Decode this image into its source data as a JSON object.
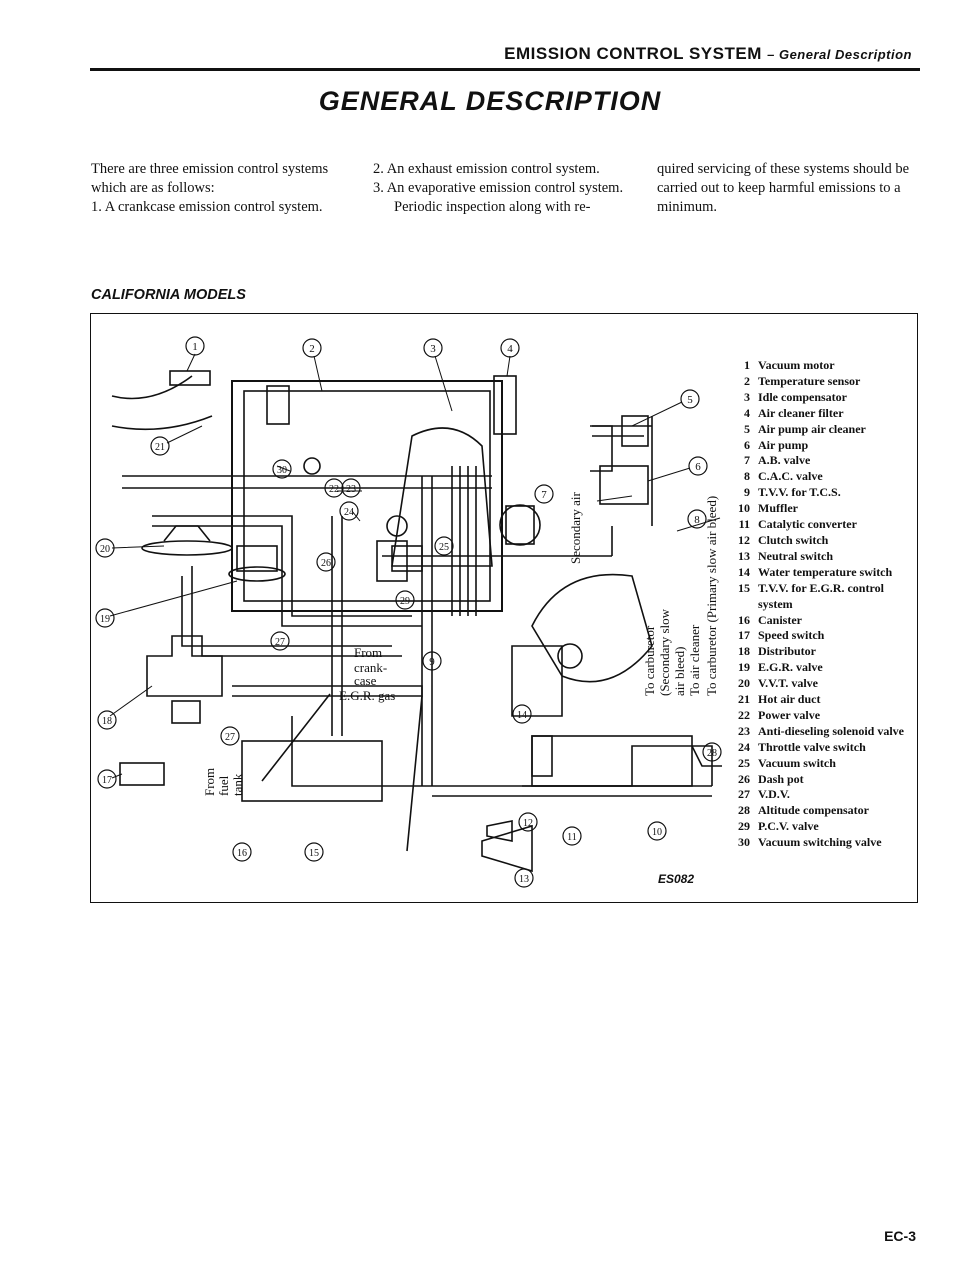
{
  "header": {
    "section": "EMISSION CONTROL SYSTEM",
    "subsection": "– General Description"
  },
  "title": "GENERAL DESCRIPTION",
  "intro": {
    "col1_para": "There are three emission control systems which are as follows:",
    "col1_item1": "1. A crankcase emission control system.",
    "col2_item2": "2. An exhaust emission control system.",
    "col2_item3": "3. An evaporative emission control system.",
    "col2_para": "Periodic inspection along with re-",
    "col3_para": "quired servicing of these systems should be carried out to keep harmful emissions to a minimum."
  },
  "section_heading": "CALIFORNIA MODELS",
  "diagram": {
    "callouts": [
      "1",
      "2",
      "3",
      "4",
      "5",
      "6",
      "7",
      "8",
      "9",
      "10",
      "11",
      "12",
      "13",
      "14",
      "15",
      "16",
      "17",
      "18",
      "19",
      "20",
      "21",
      "22",
      "23",
      "24",
      "25",
      "26",
      "27",
      "28",
      "29",
      "30"
    ],
    "labels": {
      "from_crankcase_1": "From",
      "from_crankcase_2": "crank-",
      "from_crankcase_3": "case",
      "egr_gas": "E.G.R. gas",
      "from_fuel_tank_1": "From",
      "from_fuel_tank_2": "fuel",
      "from_fuel_tank_3": "tank",
      "secondary_air": "Secondary air",
      "to_carb_primary": "To carburetor (Primary slow air bleed)",
      "to_air_cleaner": "To air cleaner",
      "to_carb_secondary_1": "To carburetor",
      "to_carb_secondary_2": "(Secondary slow",
      "to_carb_secondary_3": "air bleed)"
    },
    "figure_code": "ES082"
  },
  "legend": [
    {
      "num": "1",
      "label": "Vacuum motor"
    },
    {
      "num": "2",
      "label": "Temperature sensor"
    },
    {
      "num": "3",
      "label": "Idle compensator"
    },
    {
      "num": "4",
      "label": "Air cleaner filter"
    },
    {
      "num": "5",
      "label": "Air pump air cleaner"
    },
    {
      "num": "6",
      "label": "Air pump"
    },
    {
      "num": "7",
      "label": "A.B. valve"
    },
    {
      "num": "8",
      "label": "C.A.C. valve"
    },
    {
      "num": "9",
      "label": "T.V.V. for T.C.S."
    },
    {
      "num": "10",
      "label": "Muffler"
    },
    {
      "num": "11",
      "label": "Catalytic converter"
    },
    {
      "num": "12",
      "label": "Clutch switch"
    },
    {
      "num": "13",
      "label": "Neutral switch"
    },
    {
      "num": "14",
      "label": "Water temperature switch"
    },
    {
      "num": "15",
      "label": "T.V.V. for E.G.R. control system"
    },
    {
      "num": "16",
      "label": "Canister"
    },
    {
      "num": "17",
      "label": "Speed switch"
    },
    {
      "num": "18",
      "label": "Distributor"
    },
    {
      "num": "19",
      "label": "E.G.R. valve"
    },
    {
      "num": "20",
      "label": "V.V.T. valve"
    },
    {
      "num": "21",
      "label": "Hot air duct"
    },
    {
      "num": "22",
      "label": "Power valve"
    },
    {
      "num": "23",
      "label": "Anti-dieseling solenoid valve"
    },
    {
      "num": "24",
      "label": "Throttle valve switch"
    },
    {
      "num": "25",
      "label": "Vacuum switch"
    },
    {
      "num": "26",
      "label": "Dash pot"
    },
    {
      "num": "27",
      "label": "V.D.V."
    },
    {
      "num": "28",
      "label": "Altitude compensator"
    },
    {
      "num": "29",
      "label": "P.C.V. valve"
    },
    {
      "num": "30",
      "label": "Vacuum switching valve"
    }
  ],
  "page_number": "EC-3"
}
